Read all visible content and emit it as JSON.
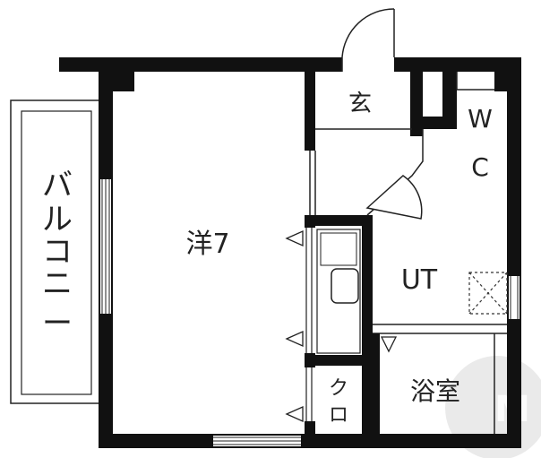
{
  "rooms": {
    "western": "洋7",
    "entrance": "玄",
    "wc_line1": "W",
    "wc_line2": "C",
    "utility": "UT",
    "bath": "浴室",
    "closet": "クロ"
  },
  "balcony": {
    "chars": [
      "バ",
      "ル",
      "コ",
      "ニ",
      "ー"
    ]
  },
  "colors": {
    "wall": "#111111",
    "line": "#222222",
    "background": "#ffffff",
    "watermark": "#cccccc"
  }
}
